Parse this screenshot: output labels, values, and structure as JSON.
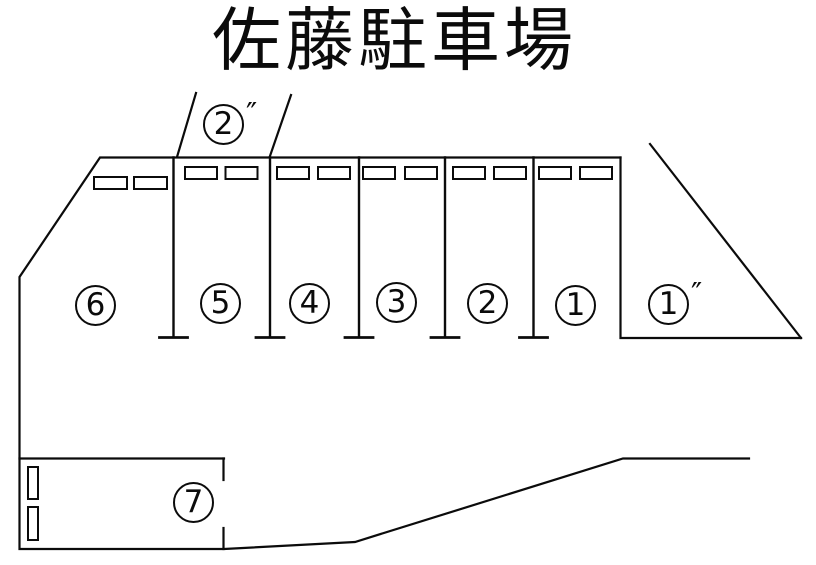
{
  "title": "佐藤駐車場",
  "diagram": {
    "kind": "parking-lot-map",
    "spots": [
      {
        "digit": "2",
        "suffix": "″"
      },
      {
        "digit": "6",
        "suffix": ""
      },
      {
        "digit": "5",
        "suffix": ""
      },
      {
        "digit": "4",
        "suffix": ""
      },
      {
        "digit": "3",
        "suffix": ""
      },
      {
        "digit": "2",
        "suffix": ""
      },
      {
        "digit": "1",
        "suffix": ""
      },
      {
        "digit": "1",
        "suffix": "″"
      },
      {
        "digit": "7",
        "suffix": ""
      }
    ]
  }
}
